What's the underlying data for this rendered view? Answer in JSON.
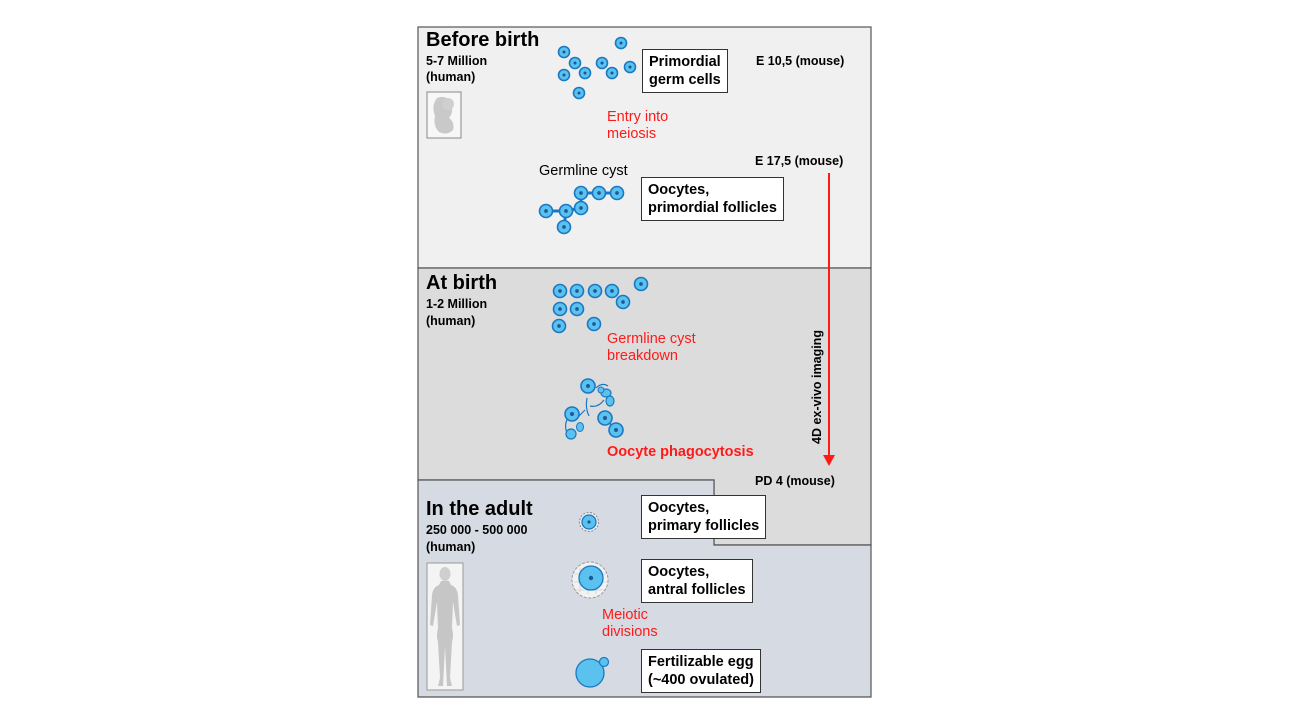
{
  "sections": [
    {
      "title": "Before birth",
      "count": "5-7 Million",
      "species": "(human)",
      "icon": "embryo-icon",
      "background": "#f0f0f0"
    },
    {
      "title": "At birth",
      "count": "1-2 Million",
      "species": "(human)",
      "background": "#dcdcdc"
    },
    {
      "title": "In the adult",
      "count": "250 000 - 500 000",
      "species": "(human)",
      "icon": "human-figure-icon",
      "background": "#d5dae3"
    }
  ],
  "boxes": {
    "primordial_germ_cells": [
      "Primordial",
      "germ cells"
    ],
    "primordial_follicles": [
      "Oocytes,",
      "primordial follicles"
    ],
    "primary_follicles": [
      "Oocytes,",
      "primary follicles"
    ],
    "antral_follicles": [
      "Oocytes,",
      "antral follicles"
    ],
    "fertilizable_egg": [
      "Fertilizable egg",
      "(~400 ovulated)"
    ]
  },
  "process_labels": {
    "entry_meiosis": [
      "Entry into",
      "meiosis"
    ],
    "germline_cyst": "Germline cyst",
    "cyst_breakdown": [
      "Germline cyst",
      "breakdown"
    ],
    "phagocytosis": "Oocyte phagocytosis",
    "meiotic_divisions": [
      "Meiotic",
      "divisions"
    ]
  },
  "stages": {
    "e10": "E 10,5 (mouse)",
    "e17": "E 17,5 (mouse)",
    "pd4": "PD 4 (mouse)"
  },
  "imaging_label": "4D ex-vivo imaging",
  "colors": {
    "cell_fill": "#5bc2f0",
    "cell_stroke": "#1a78c2",
    "nucleus": "#1a5a9a",
    "red": "#ff1a1a",
    "frame": "#555555"
  }
}
